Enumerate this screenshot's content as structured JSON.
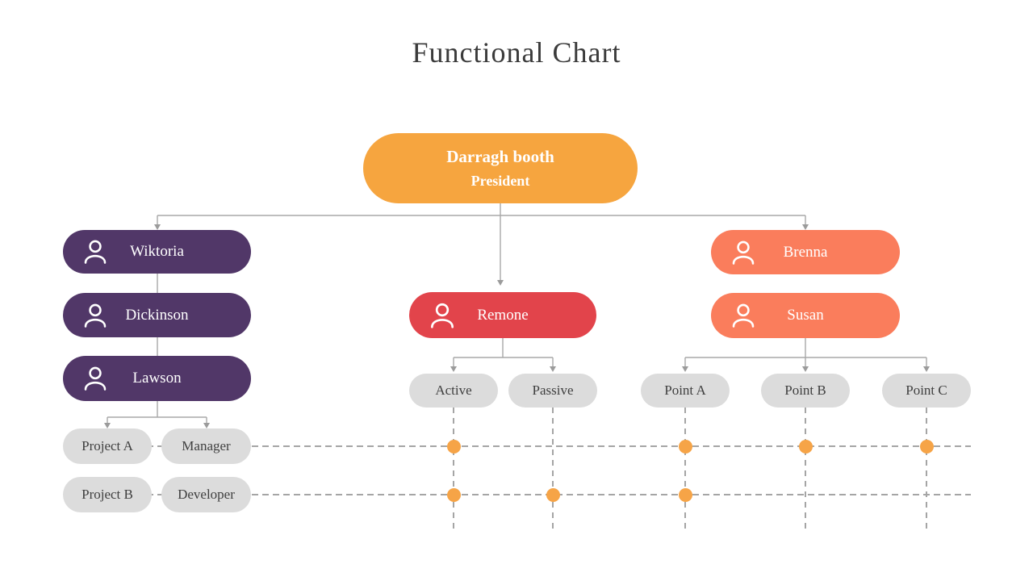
{
  "title": "Functional Chart",
  "chart": {
    "president": {
      "name": "Darragh booth",
      "role": "President"
    },
    "left": [
      "Wiktoria",
      "Dickinson",
      "Lawson"
    ],
    "leftGrid": [
      [
        "Project A",
        "Manager"
      ],
      [
        "Project B",
        "Developer"
      ]
    ],
    "center": {
      "name": "Remone",
      "children": [
        "Active",
        "Passive"
      ]
    },
    "right": {
      "names": [
        "Brenna",
        "Susan"
      ],
      "children": [
        "Point A",
        "Point B",
        "Point C"
      ]
    },
    "matrix": {
      "columns": [
        "Active",
        "Passive",
        "Point A",
        "Point B",
        "Point C"
      ],
      "rows": [
        {
          "row": "Manager",
          "marks": [
            "Active",
            "Point A",
            "Point B",
            "Point C"
          ]
        },
        {
          "row": "Developer",
          "marks": [
            "Active",
            "Passive",
            "Point A"
          ]
        }
      ]
    },
    "colors": {
      "president": "#F6A53F",
      "purple": "#513768",
      "red": "#E2444B",
      "coral": "#FA7D5C",
      "gray": "#DCDCDC",
      "dot": "#F6A447",
      "line": "#A6A6A6"
    }
  }
}
